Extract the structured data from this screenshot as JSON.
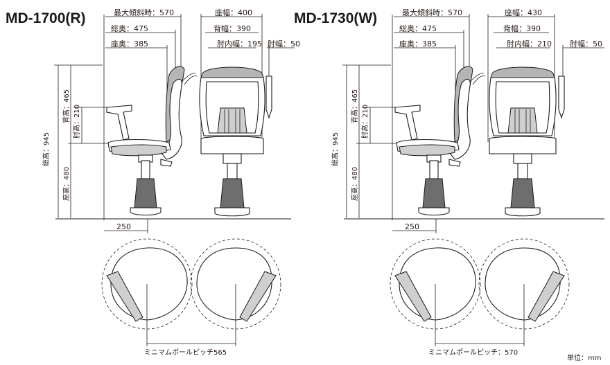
{
  "models": [
    {
      "title": "MD-1700(R)",
      "dims": {
        "max_tilt": "最大傾斜時：570",
        "depth": "総奥：475",
        "seat_depth": "座奥：385",
        "seat_width": "座幅：400",
        "back_width": "背幅：390",
        "inner_arm_width": "肘内幅：195",
        "arm_width": "肘幅：50",
        "total_height": "総高：945",
        "back_height": "背高：465",
        "arm_height": "肘高：210",
        "seat_height": "座高：480",
        "base_offset": "250",
        "pitch": "ミニマムポールピッチ565"
      }
    },
    {
      "title": "MD-1730(W)",
      "dims": {
        "max_tilt": "最大傾斜時：570",
        "depth": "総奥：475",
        "seat_depth": "座奥：385",
        "seat_width": "座幅：430",
        "back_width": "背幅：390",
        "inner_arm_width": "肘内幅：210",
        "arm_width": "肘幅：50",
        "total_height": "総高：945",
        "back_height": "背高：465",
        "arm_height": "肘高：210",
        "seat_height": "座高：480",
        "base_offset": "250",
        "pitch": "ミニマムポールピッチ：570"
      }
    }
  ],
  "unit_label": "単位：mm"
}
